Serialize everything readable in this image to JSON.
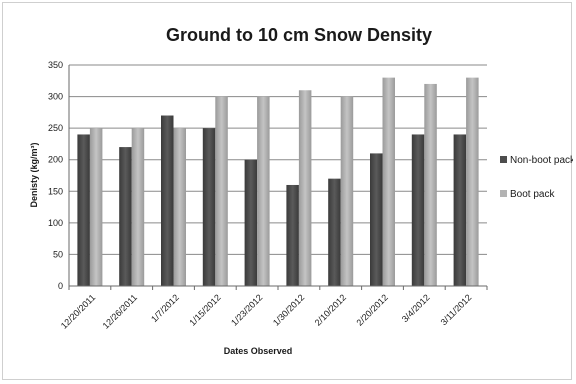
{
  "chart_data": {
    "type": "bar",
    "title": "Ground to 10 cm Snow Density",
    "xlabel": "Dates Observed",
    "ylabel": "Denisty (kg/m³)",
    "categories": [
      "12/20/2011",
      "12/26/2011",
      "1/7/2012",
      "1/15/2012",
      "1/23/2012",
      "1/30/2012",
      "2/10/2012",
      "2/20/2012",
      "3/4/2012",
      "3/11/2012"
    ],
    "series": [
      {
        "name": "Non-boot pack",
        "color": "#4d4d4d",
        "values": [
          240,
          220,
          270,
          250,
          200,
          160,
          170,
          210,
          240,
          240
        ]
      },
      {
        "name": "Boot pack",
        "color": "#b3b3b3",
        "values": [
          250,
          250,
          250,
          300,
          300,
          310,
          300,
          330,
          320,
          330
        ]
      }
    ],
    "ylim": [
      0,
      350
    ],
    "yticks": [
      0,
      50,
      100,
      150,
      200,
      250,
      300,
      350
    ],
    "grid": true,
    "legend_position": "right"
  }
}
